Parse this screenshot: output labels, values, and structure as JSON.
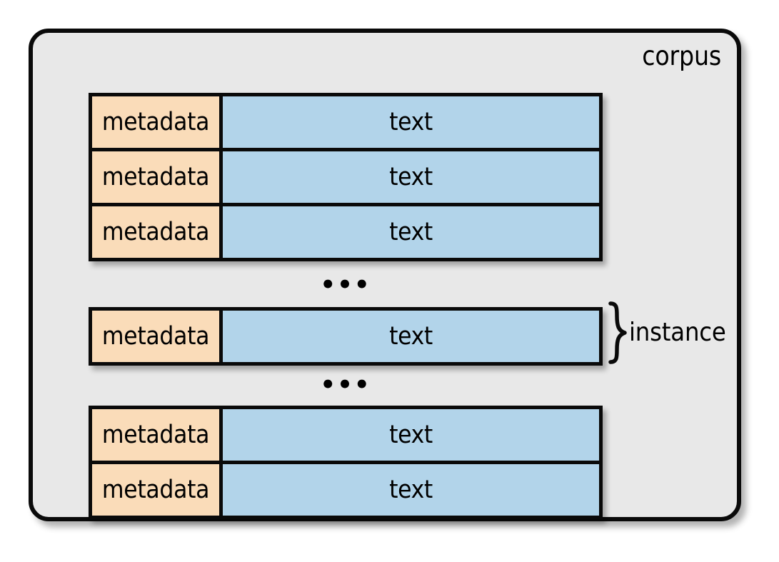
{
  "diagram": {
    "title": "corpus",
    "container_label": "corpus",
    "annotation": {
      "brace": "}",
      "label": "instance",
      "brace_icon": "curly-brace-right-icon"
    },
    "ellipsis": "•••",
    "colors": {
      "metadata_fill": "#fadcb9",
      "text_fill": "#b2d4ea",
      "corpus_fill": "#e8e8e8",
      "stroke": "#0a0a0a",
      "page_background": "#ffffff"
    },
    "columns": [
      "metadata",
      "text"
    ],
    "groups": [
      {
        "id": "group-top",
        "rows": [
          {
            "metadata": "metadata",
            "text": "text"
          },
          {
            "metadata": "metadata",
            "text": "text"
          },
          {
            "metadata": "metadata",
            "text": "text"
          }
        ]
      },
      {
        "id": "group-middle",
        "rows": [
          {
            "metadata": "metadata",
            "text": "text"
          }
        ]
      },
      {
        "id": "group-bottom",
        "rows": [
          {
            "metadata": "metadata",
            "text": "text"
          },
          {
            "metadata": "metadata",
            "text": "text"
          }
        ]
      }
    ]
  }
}
